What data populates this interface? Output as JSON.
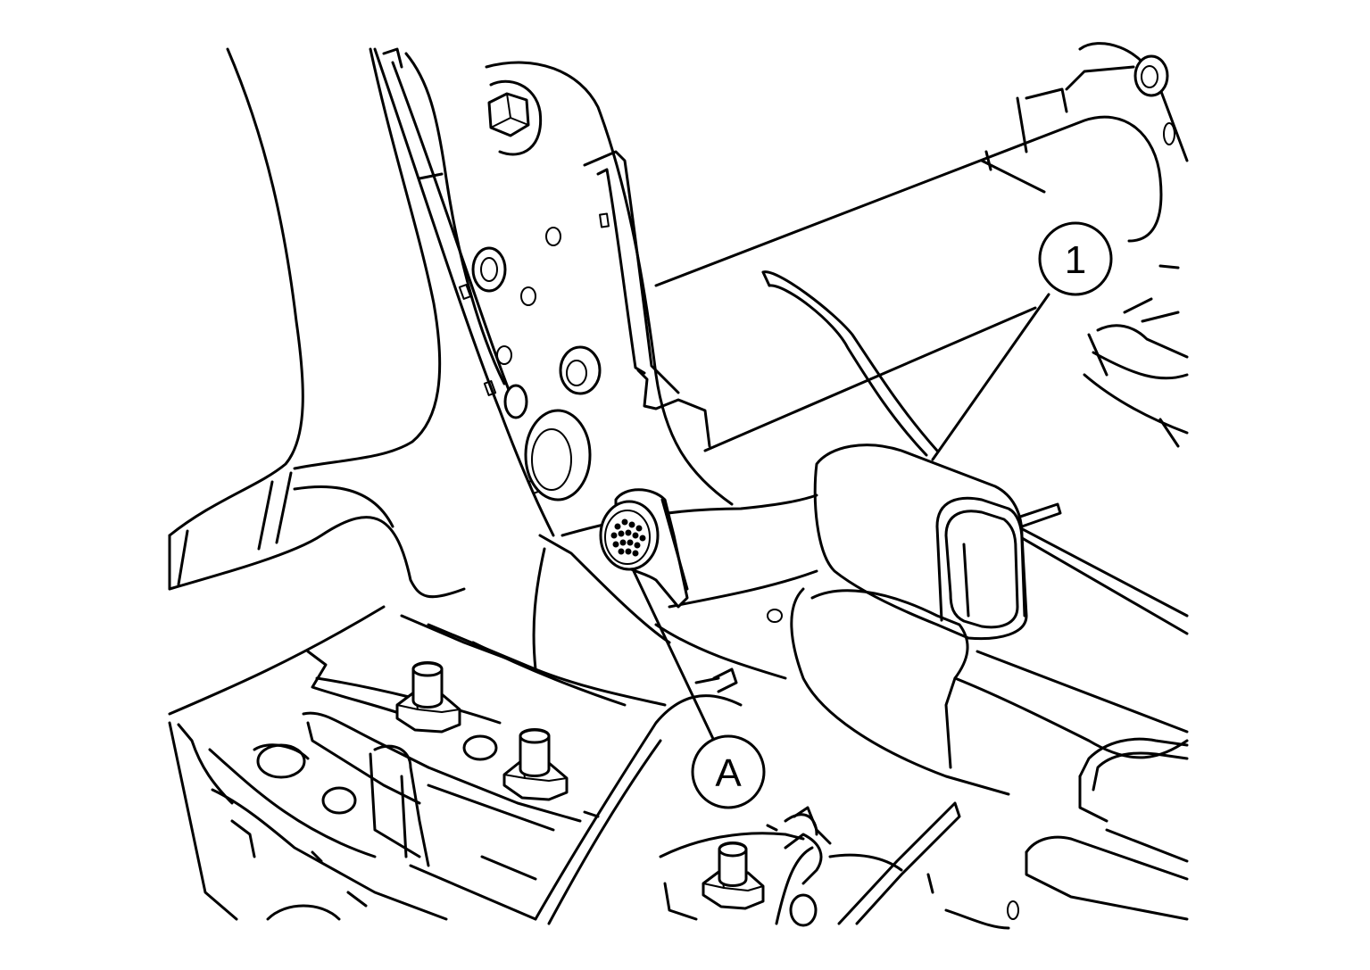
{
  "callouts": [
    {
      "id": "1",
      "label": "1"
    },
    {
      "id": "A",
      "label": "A"
    }
  ],
  "colors": {
    "line": "#000000",
    "background": "#ffffff"
  }
}
